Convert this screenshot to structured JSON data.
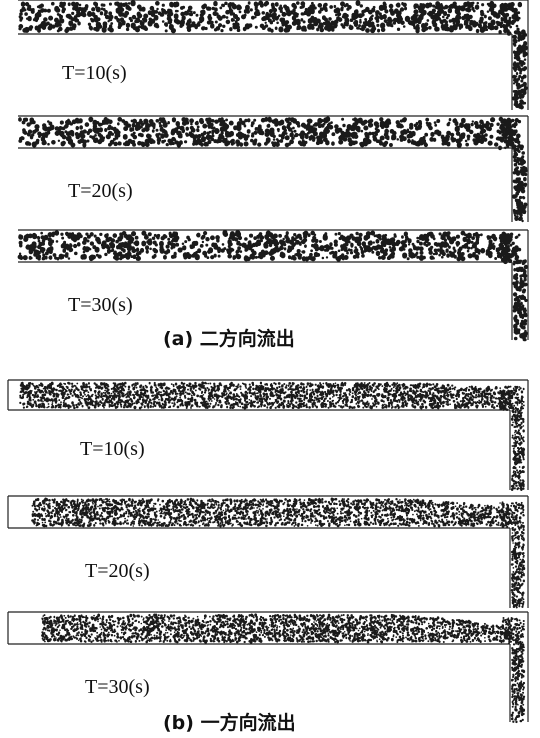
{
  "figure_a": {
    "caption": "(a)  二方向流出",
    "panels": [
      {
        "time_label": "T=10(s)"
      },
      {
        "time_label": "T=20(s)"
      },
      {
        "time_label": "T=30(s)"
      }
    ]
  },
  "figure_b": {
    "caption": "(b)  一方向流出",
    "panels": [
      {
        "time_label": "T=10(s)"
      },
      {
        "time_label": "T=20(s)"
      },
      {
        "time_label": "T=30(s)"
      }
    ]
  },
  "colors": {
    "particle": "#1a1a1a",
    "wall": "#222222",
    "background": "#ffffff"
  }
}
